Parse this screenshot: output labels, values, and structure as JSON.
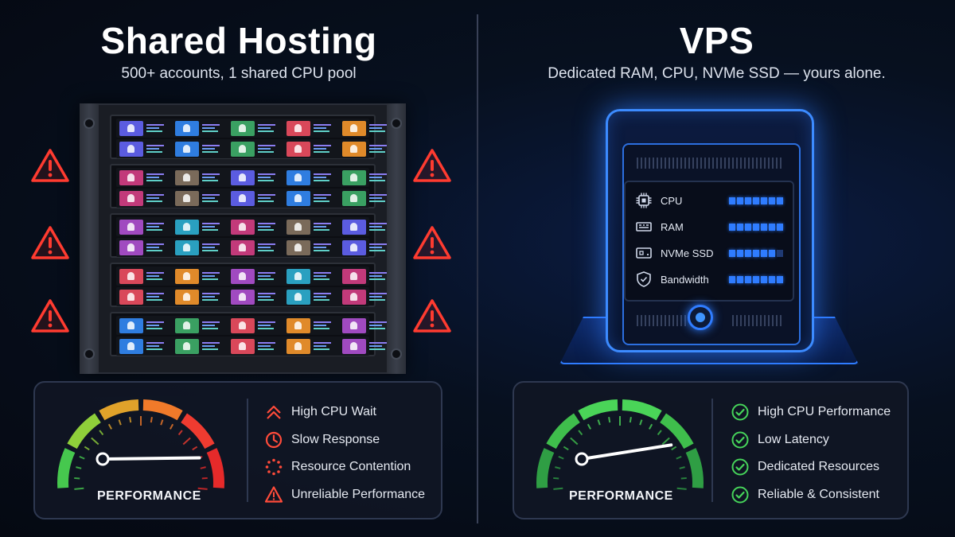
{
  "shared": {
    "title": "Shared Hosting",
    "subtitle": "500+ accounts, 1 shared CPU pool",
    "gauge_label": "PERFORMANCE",
    "gauge_level": 0.85,
    "issues": [
      {
        "icon": "chevrons-up-icon",
        "label": "High CPU Wait"
      },
      {
        "icon": "clock-icon",
        "label": "Slow Response"
      },
      {
        "icon": "spinner-icon",
        "label": "Resource Contention"
      },
      {
        "icon": "warning-icon",
        "label": "Unreliable Performance"
      }
    ],
    "issue_color": "#ff4b3a"
  },
  "vps": {
    "title": "VPS",
    "subtitle": "Dedicated RAM, CPU, NVMe SSD — yours alone.",
    "resources": [
      {
        "icon": "cpu-icon",
        "label": "CPU",
        "level": 1.0
      },
      {
        "icon": "ram-icon",
        "label": "RAM",
        "level": 1.0
      },
      {
        "icon": "ssd-icon",
        "label": "NVMe SSD",
        "level": 0.86
      },
      {
        "icon": "shield-icon",
        "label": "Bandwidth",
        "level": 1.0
      }
    ],
    "gauge_label": "PERFORMANCE",
    "gauge_level": 0.78,
    "benefits": [
      {
        "icon": "check-circle-icon",
        "label": "High CPU Performance"
      },
      {
        "icon": "check-circle-icon",
        "label": "Low Latency"
      },
      {
        "icon": "check-circle-icon",
        "label": "Dedicated Resources"
      },
      {
        "icon": "check-circle-icon",
        "label": "Reliable & Consistent"
      }
    ],
    "accent_color": "#2f7cff",
    "benefit_color": "#46d45a"
  }
}
